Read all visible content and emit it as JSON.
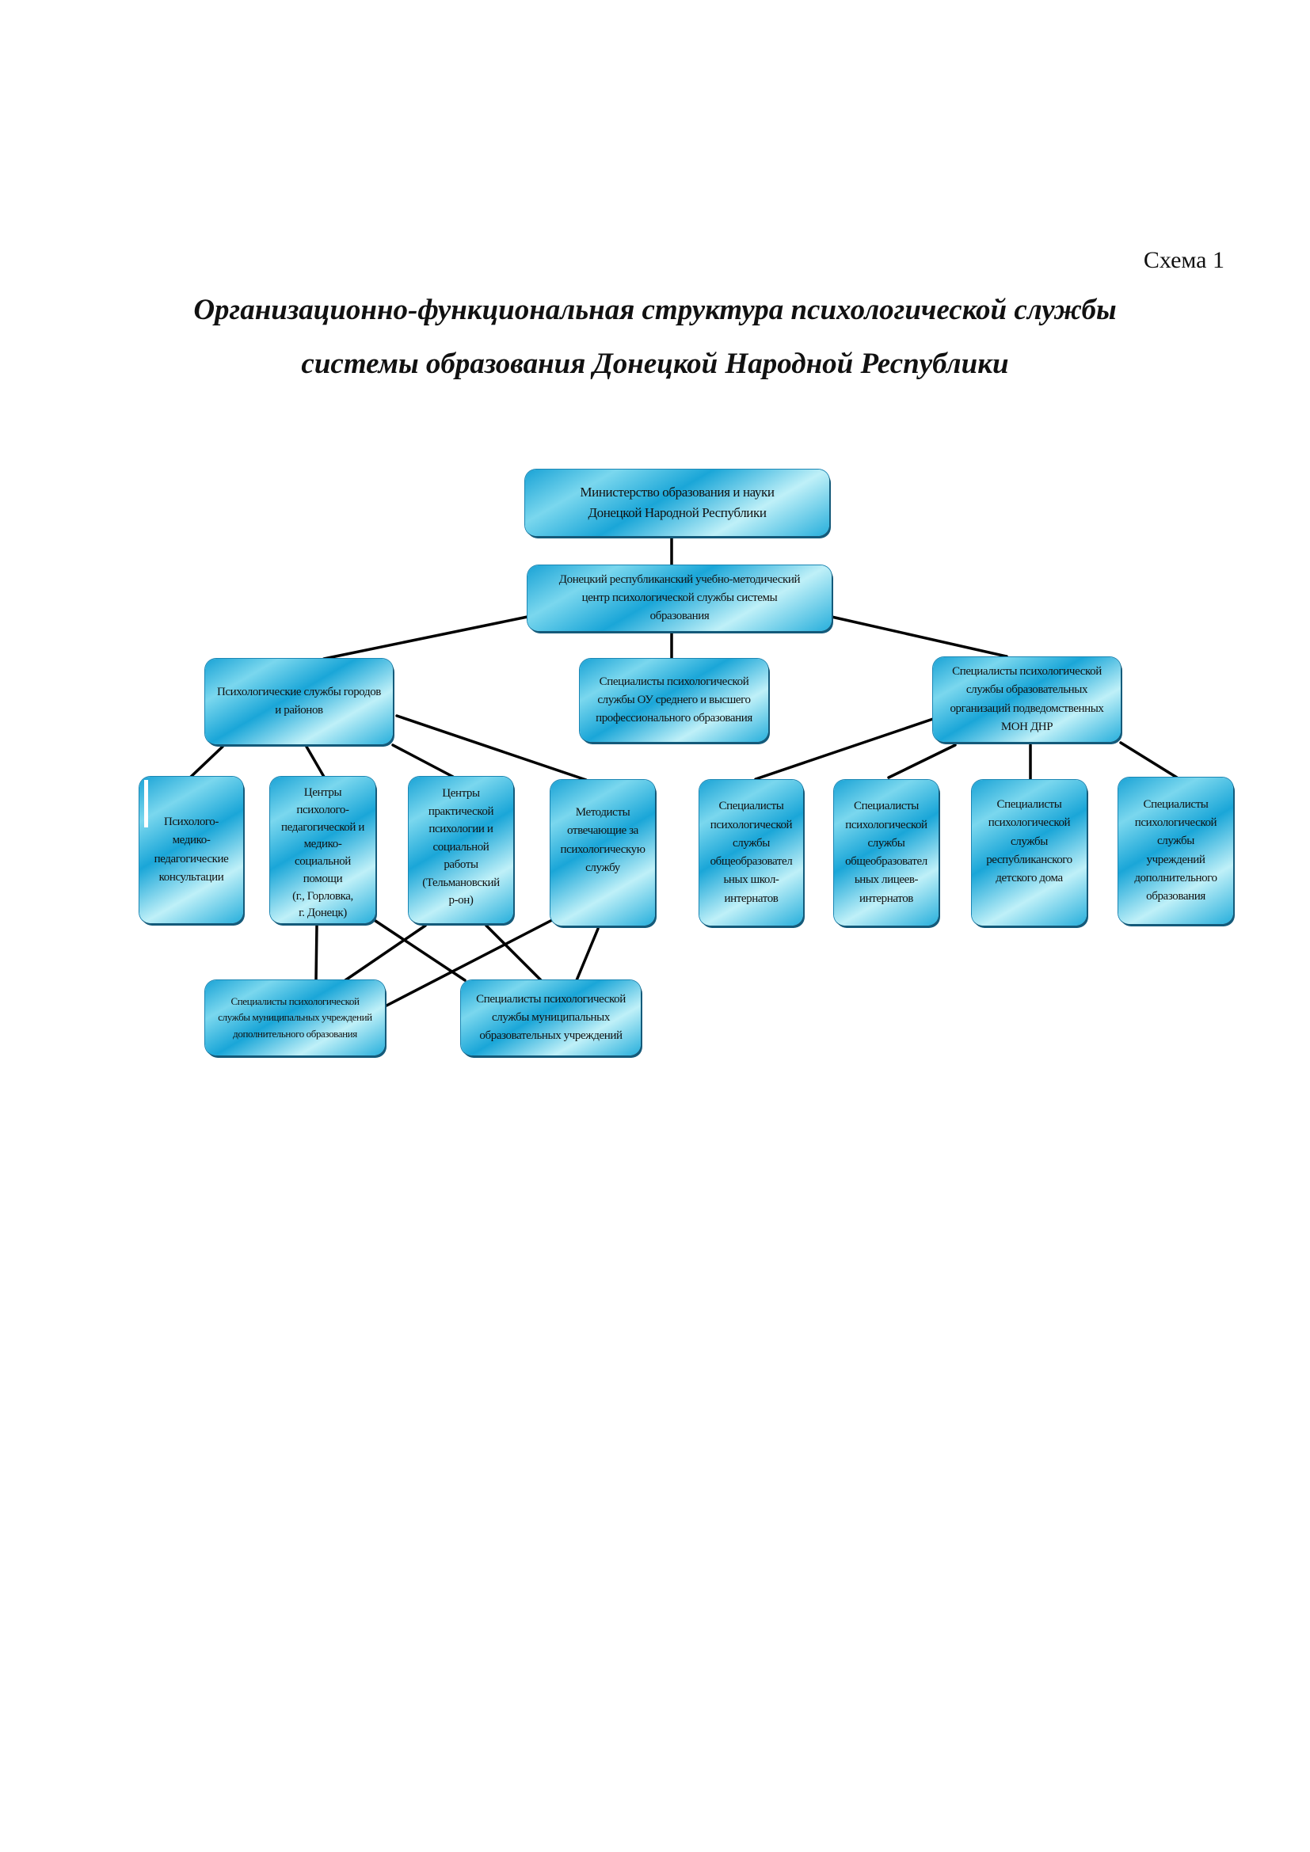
{
  "scheme_label": "Схема 1",
  "title": {
    "line1": "Организационно-функциональная структура психологической службы",
    "line2": "системы образования Донецкой Народной Республики"
  },
  "nodes": {
    "ministry": "Министерство образования и науки\nДонецкой Народной Республики",
    "center": "Донецкий республиканский учебно-методический\nцентр психологической службы системы\nобразования",
    "city_services": "Психологические службы городов\nи районов",
    "ou_specialists": "Специалисты психологической\nслужбы ОУ среднего и высшего\nпрофессионального образования",
    "mon_specialists": "Специалисты психологической\nслужбы образовательных\nорганизаций подведомственных\nМОН ДНР",
    "pmpk": "Психолого-\nмедико-\nпедагогические\nконсультации",
    "ppms_centers": "Центры\nпсихолого-\nпедагогической и\nмедико-\nсоциальной\nпомощи\n(г., Горловка,\nг. Донецк)",
    "practical_centers": "Центры\nпрактической\nпсихологии и\nсоциальной\nработы\n(Тельмановский\nр-он)",
    "methodists": "Методисты\nотвечающие за\nпсихологическую\nслужбу",
    "boarding_schools": "Специалисты\nпсихологической\nслужбы\nобщеобразовател\nьных школ-\nинтернатов",
    "boarding_lyceums": "Специалисты\nпсихологической\nслужбы\nобщеобразовател\nьных лицеев-\nинтернатов",
    "orphanage": "Специалисты\nпсихологической\nслужбы\nреспубликанского\nдетского дома",
    "additional_edu": "Специалисты\nпсихологической\nслужбы\nучреждений\nдополнительного\nобразования",
    "municipal_additional": "Специалисты  психологической\nслужбы  муниципальных  учреждений\nдополнительного образования",
    "municipal_edu": "Специалисты психологической\nслужбы муниципальных\nобразовательных учреждений"
  },
  "colors": {
    "box_dark": "#1aa3d6",
    "box_light": "#bff0f8",
    "line": "#000000"
  }
}
